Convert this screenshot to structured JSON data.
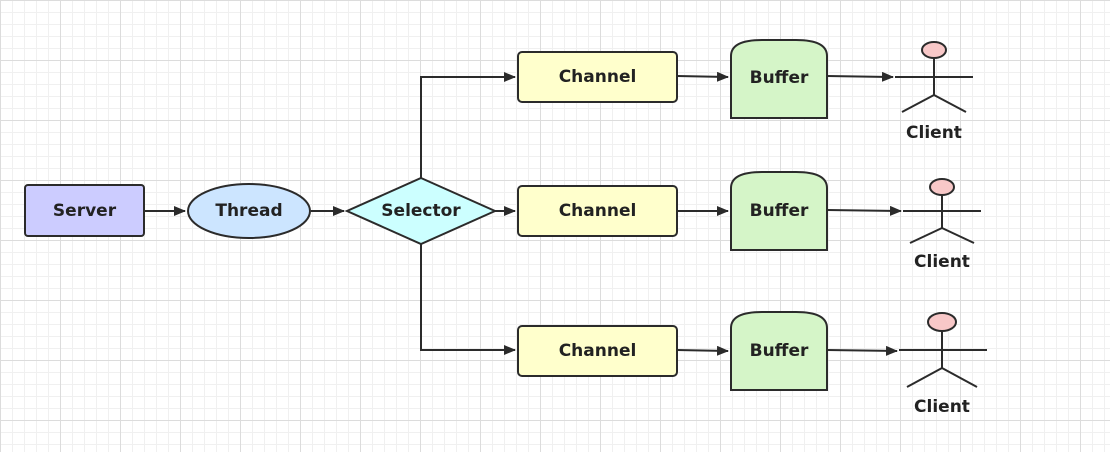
{
  "nodes": {
    "server": "Server",
    "thread": "Thread",
    "selector": "Selector",
    "channels": [
      "Channel",
      "Channel",
      "Channel"
    ],
    "buffers": [
      "Buffer",
      "Buffer",
      "Buffer"
    ],
    "clients": [
      "Client",
      "Client",
      "Client"
    ]
  },
  "colors": {
    "server_fill": "#ccccff",
    "thread_fill": "#cce5ff",
    "selector_fill": "#ccffff",
    "channel_fill": "#ffffcc",
    "buffer_fill": "#d5f5c8",
    "client_head_fill": "#f8c8c8",
    "stroke": "#2b2b2b"
  }
}
